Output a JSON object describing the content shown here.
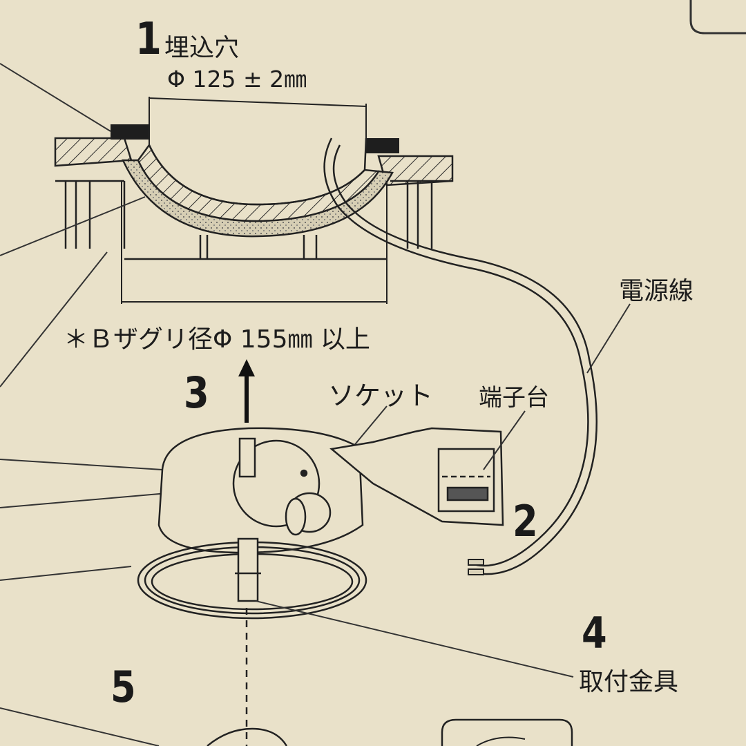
{
  "steps": {
    "s1": "1",
    "s2": "2",
    "s3": "3",
    "s4": "4",
    "s5": "5"
  },
  "labels": {
    "hole_title": "埋込穴",
    "hole_dim": "Φ 125 ± 2㎜",
    "counterbore": "＊Ｂザグリ径Φ 155㎜ 以上",
    "power_cord": "電源線",
    "socket": "ソケット",
    "terminal_block": "端子台",
    "mounting_bracket": "取付金具"
  },
  "colors": {
    "paper": "#e9e1c9",
    "ink": "#1c1c1c",
    "insulation": "#cfc7ad"
  }
}
